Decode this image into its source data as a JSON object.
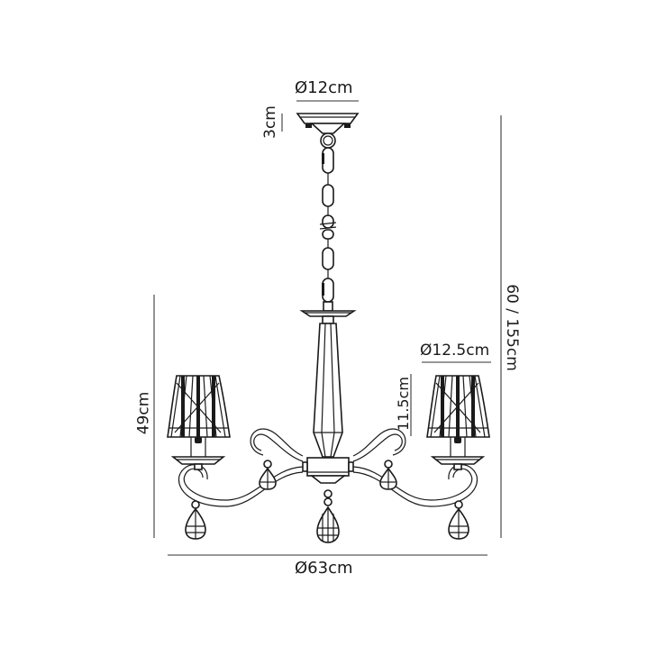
{
  "diagram": {
    "subject": "3-light chandelier with crystal drops and wire shades",
    "style": "technical line drawing",
    "colors": {
      "ink": "#1a1a1a",
      "dimension_line": "#777777",
      "background": "#ffffff"
    }
  },
  "dimensions": {
    "ceiling_plate_diameter": "Ø12cm",
    "ceiling_plate_height": "3cm",
    "overall_height": "60 / 155cm",
    "body_height": "49cm",
    "shade_diameter": "Ø12.5cm",
    "shade_height": "11.5cm",
    "overall_diameter": "Ø63cm"
  }
}
